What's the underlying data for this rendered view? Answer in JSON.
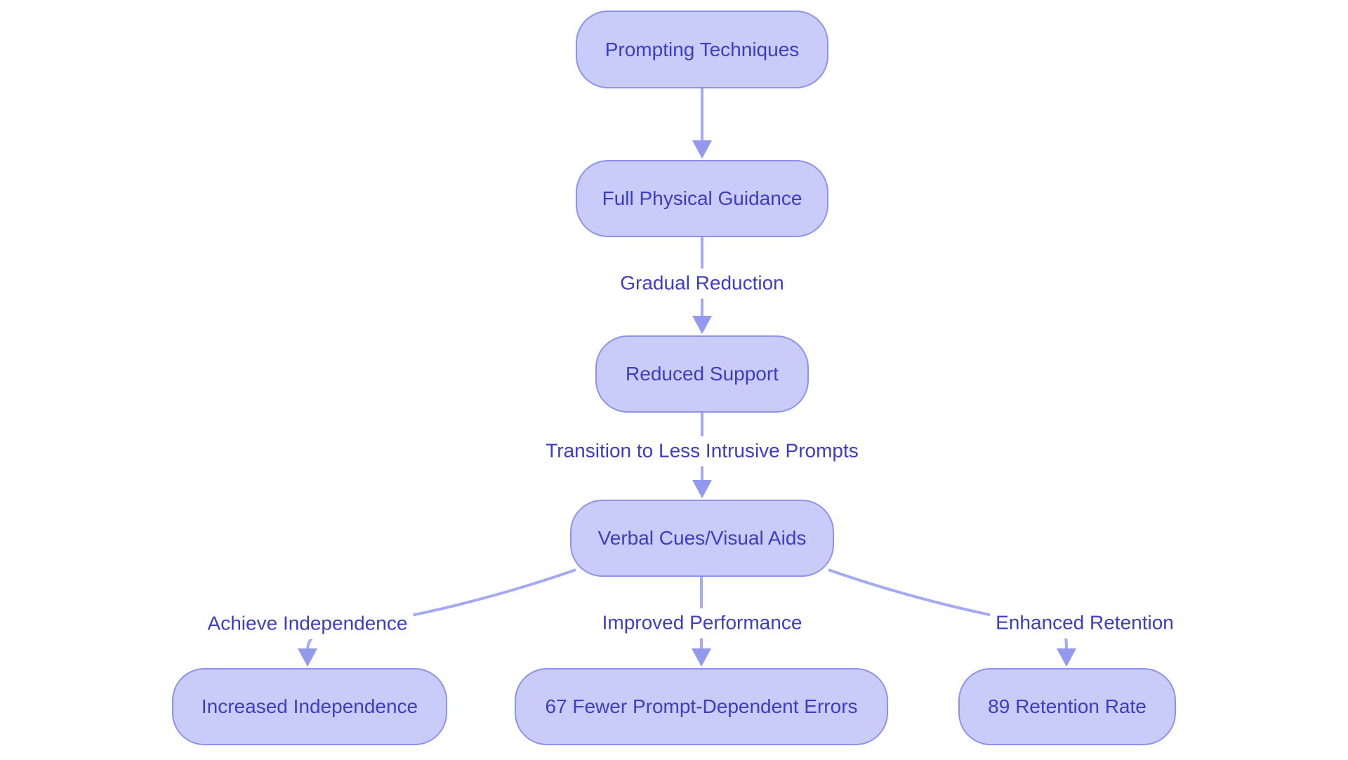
{
  "theme": {
    "canvas_bg": "#ffffff",
    "node_fill": "#c9ccf9",
    "node_border": "#8d93ea",
    "node_text_color": "#3d3dc4",
    "edge_color": "#a4a9f3",
    "arrow_color": "#939aee",
    "label_color": "#3d3dc4",
    "label_bg": "#ffffff"
  },
  "nodes": [
    {
      "id": "prompting-techniques",
      "label": "Prompting Techniques"
    },
    {
      "id": "full-physical-guidance",
      "label": "Full Physical Guidance"
    },
    {
      "id": "reduced-support",
      "label": "Reduced Support"
    },
    {
      "id": "verbal-cues-visual-aids",
      "label": "Verbal Cues/Visual Aids"
    },
    {
      "id": "increased-independence",
      "label": "Increased Independence"
    },
    {
      "id": "fewer-prompt-dependent-errors",
      "label": "67 Fewer Prompt-Dependent Errors"
    },
    {
      "id": "retention-rate",
      "label": "89 Retention Rate"
    }
  ],
  "edges": [
    {
      "from": "prompting-techniques",
      "to": "full-physical-guidance",
      "label": ""
    },
    {
      "from": "full-physical-guidance",
      "to": "reduced-support",
      "label": "Gradual Reduction"
    },
    {
      "from": "reduced-support",
      "to": "verbal-cues-visual-aids",
      "label": "Transition to Less Intrusive Prompts"
    },
    {
      "from": "verbal-cues-visual-aids",
      "to": "increased-independence",
      "label": "Achieve Independence"
    },
    {
      "from": "verbal-cues-visual-aids",
      "to": "fewer-prompt-dependent-errors",
      "label": "Improved Performance"
    },
    {
      "from": "verbal-cues-visual-aids",
      "to": "retention-rate",
      "label": "Enhanced Retention"
    }
  ]
}
